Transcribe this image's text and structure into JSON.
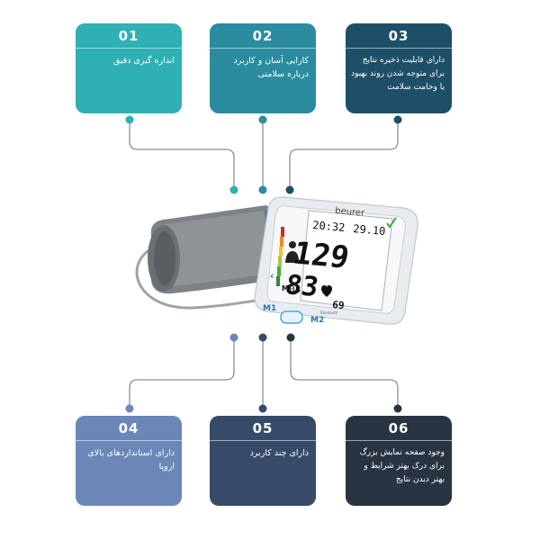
{
  "features": [
    {
      "number": "01",
      "text": "اندازه گیری دقیق",
      "color": "#2eb0b4"
    },
    {
      "number": "02",
      "text": "کارایی آسان و کاربرد درباره سلامتی",
      "color": "#2a8c9e"
    },
    {
      "number": "03",
      "text": "دارای قابلیت ذخیره نتایج برای متوجه شدن روند بهبود یا وخامت سلامت",
      "color": "#1e4f68"
    },
    {
      "number": "04",
      "text": "دارای استانداردهای بالای اروپا",
      "color": "#6b87b8"
    },
    {
      "number": "05",
      "text": "دارای چند کاربرد",
      "color": "#374b68"
    },
    {
      "number": "06",
      "text": "وجود صفحه نمایش بزرگ برای درک بهتر شرایط و بهتر دیدن نتایج",
      "color": "#283442"
    }
  ],
  "device": {
    "brand": "beurer",
    "time": "20:32",
    "date": "29.10",
    "systolic": "129",
    "diastolic": "83",
    "pulse": "69",
    "memory_label": "M",
    "memory_slot": "03",
    "button_m1": "M1",
    "button_m2": "M2",
    "bluetooth_label": "Bluetooth"
  }
}
